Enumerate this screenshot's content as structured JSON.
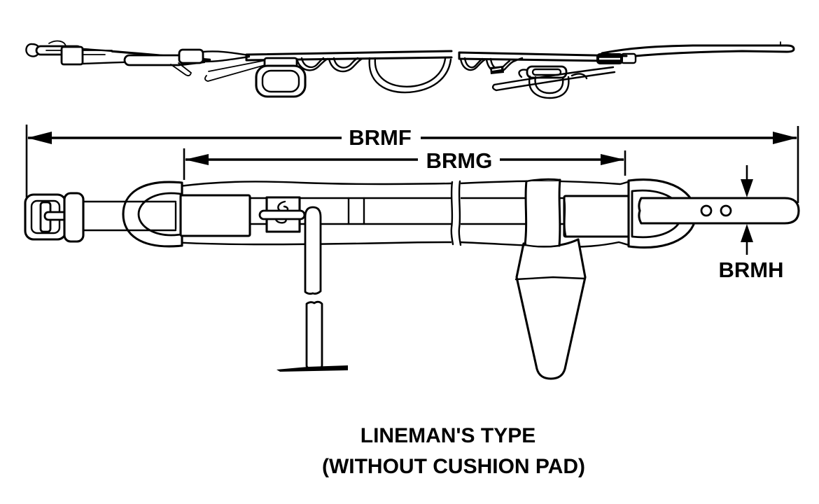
{
  "figure": {
    "type": "technical-line-drawing",
    "subject": "lineman's body belt, top profile view and side view",
    "caption": {
      "line1": "LINEMAN'S TYPE",
      "line2": "(WITHOUT CUSHION PAD)"
    },
    "dimension_labels": {
      "overall_length": "BRMF",
      "dee_ring_spacing": "BRMG",
      "strap_width": "BRMH"
    },
    "colors": {
      "line": "#000000",
      "background": "#ffffff"
    }
  }
}
